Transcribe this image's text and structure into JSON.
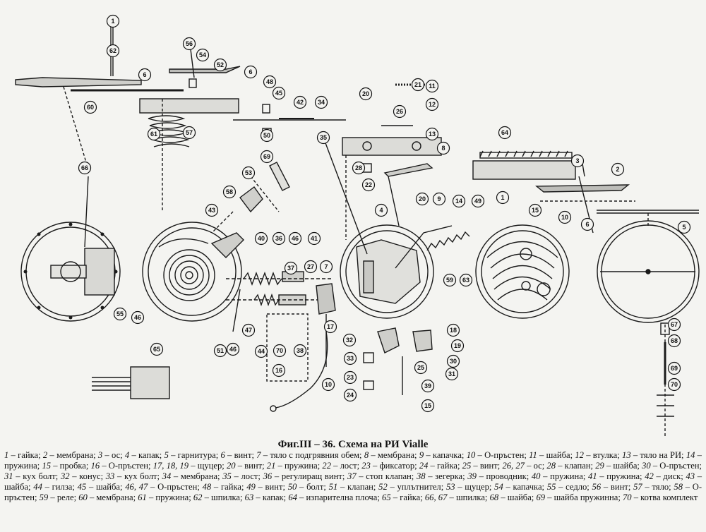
{
  "caption": "Фиг.III – 36. Схема на РИ Vialle",
  "legend": [
    {
      "num": "1",
      "text": "гайка"
    },
    {
      "num": "2",
      "text": "мембрана"
    },
    {
      "num": "3",
      "text": "ос"
    },
    {
      "num": "4",
      "text": "капак"
    },
    {
      "num": "5",
      "text": "гарнитура"
    },
    {
      "num": "6",
      "text": "винт"
    },
    {
      "num": "7",
      "text": "тяло с подгрявния обем"
    },
    {
      "num": "8",
      "text": "мембрана"
    },
    {
      "num": "9",
      "text": "капачка"
    },
    {
      "num": "10",
      "text": "О-пръстен"
    },
    {
      "num": "11",
      "text": "шайба"
    },
    {
      "num": "12",
      "text": "втулка"
    },
    {
      "num": "13",
      "text": "тяло на РИ"
    },
    {
      "num": "14",
      "text": "пружина"
    },
    {
      "num": "15",
      "text": "пробка"
    },
    {
      "num": "16",
      "text": "О-пръстен"
    },
    {
      "num": "17, 18, 19",
      "text": "щуцер"
    },
    {
      "num": "20",
      "text": "винт"
    },
    {
      "num": "21",
      "text": "пружина"
    },
    {
      "num": "22",
      "text": "лост"
    },
    {
      "num": "23",
      "text": "фиксатор"
    },
    {
      "num": "24",
      "text": "гайка"
    },
    {
      "num": "25",
      "text": "винт"
    },
    {
      "num": "26, 27",
      "text": "ос"
    },
    {
      "num": "28",
      "text": "клапан"
    },
    {
      "num": "29",
      "text": "шайба"
    },
    {
      "num": "30",
      "text": "О-пръстен"
    },
    {
      "num": "31",
      "text": "кух болт"
    },
    {
      "num": "32",
      "text": "конус"
    },
    {
      "num": "33",
      "text": "кух болт"
    },
    {
      "num": "34",
      "text": "мембрана"
    },
    {
      "num": "35",
      "text": "лост"
    },
    {
      "num": "36",
      "text": "регулиращ винт"
    },
    {
      "num": "37",
      "text": "стоп клапан"
    },
    {
      "num": "38",
      "text": "зегерка"
    },
    {
      "num": "39",
      "text": "проводник"
    },
    {
      "num": "40",
      "text": "пружина"
    },
    {
      "num": "41",
      "text": "пружина"
    },
    {
      "num": "42",
      "text": "диск"
    },
    {
      "num": "43",
      "text": "шайба"
    },
    {
      "num": "44",
      "text": "гилза"
    },
    {
      "num": "45",
      "text": "шайба"
    },
    {
      "num": "46, 47",
      "text": "О-пръстен"
    },
    {
      "num": "48",
      "text": "гайка"
    },
    {
      "num": "49",
      "text": "винт"
    },
    {
      "num": "50",
      "text": "болт"
    },
    {
      "num": "51",
      "text": "клапан"
    },
    {
      "num": "52",
      "text": "уплътнител"
    },
    {
      "num": "53",
      "text": "щуцер"
    },
    {
      "num": "54",
      "text": "капачка"
    },
    {
      "num": "55",
      "text": "седло"
    },
    {
      "num": "56",
      "text": "винт"
    },
    {
      "num": "57",
      "text": "тяло"
    },
    {
      "num": "58",
      "text": "О-пръстен"
    },
    {
      "num": "59",
      "text": "реле"
    },
    {
      "num": "60",
      "text": "мембрана"
    },
    {
      "num": "61",
      "text": "пружина"
    },
    {
      "num": "62",
      "text": "шпилка"
    },
    {
      "num": "63",
      "text": "капак"
    },
    {
      "num": "64",
      "text": "изпарителна плоча"
    },
    {
      "num": "65",
      "text": "гайка"
    },
    {
      "num": "66, 67",
      "text": "шпилка"
    },
    {
      "num": "68",
      "text": "шайба"
    },
    {
      "num": "69",
      "text": "шайба пружинна"
    },
    {
      "num": "70",
      "text": "котва комплект"
    }
  ],
  "callouts": [
    "1",
    "62",
    "6",
    "60",
    "56",
    "54",
    "52",
    "6",
    "48",
    "45",
    "42",
    "34",
    "61",
    "57",
    "50",
    "35",
    "20",
    "26",
    "21",
    "11",
    "12",
    "13",
    "64",
    "3",
    "2",
    "8",
    "28",
    "22",
    "20",
    "9",
    "14",
    "49",
    "69",
    "53",
    "58",
    "43",
    "40",
    "36",
    "46",
    "41",
    "37",
    "27",
    "7",
    "4",
    "1",
    "6",
    "5",
    "15",
    "10",
    "55",
    "46",
    "51",
    "46",
    "47",
    "44",
    "70",
    "38",
    "16",
    "17",
    "18",
    "19",
    "30",
    "31",
    "32",
    "33",
    "23",
    "24",
    "25",
    "39",
    "15",
    "10",
    "59",
    "63",
    "65",
    "66",
    "67",
    "68",
    "69",
    "70"
  ]
}
